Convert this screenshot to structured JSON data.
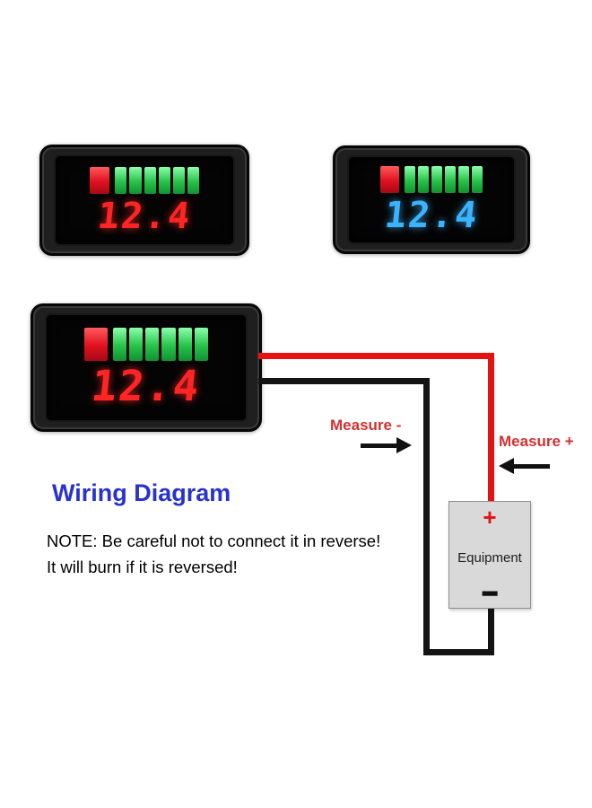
{
  "meters": {
    "top_left": {
      "reading": "12.4",
      "digit_color": "#ff2525"
    },
    "top_right": {
      "reading": "12.4",
      "digit_color": "#3ab4ff"
    },
    "main": {
      "reading": "12.4",
      "digit_color": "#ff2525"
    }
  },
  "gauge": {
    "red_segments": 1,
    "green_segments": 6,
    "red_color": "#e01020",
    "green_color": "#27c24a"
  },
  "labels": {
    "measure_minus": "Measure -",
    "measure_plus": "Measure +"
  },
  "title": "Wiring Diagram",
  "note_line1": "NOTE: Be careful not to connect it in reverse!",
  "note_line2": "It will burn if it is reversed!",
  "equipment": {
    "plus_symbol": "+",
    "label": "Equipment",
    "minus_symbol": "−"
  },
  "colors": {
    "wire_red": "#e51212",
    "wire_black": "#141414",
    "title_blue": "#2732cf",
    "measure_label_red": "#d43030"
  }
}
